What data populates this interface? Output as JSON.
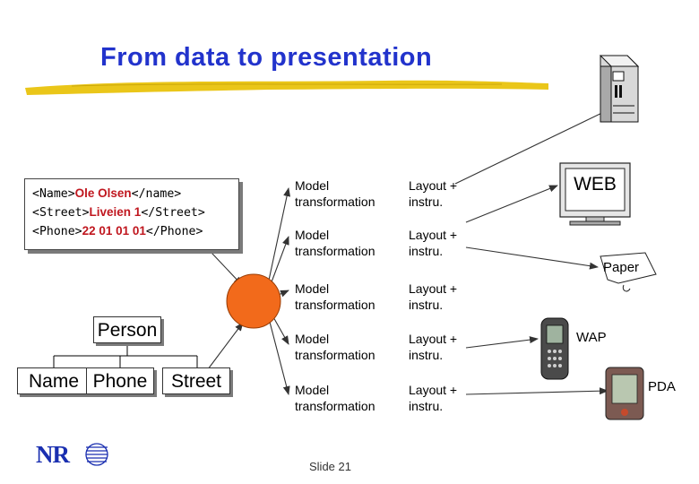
{
  "title": "From data to presentation",
  "xml": {
    "name_open": "<Name>",
    "name_value": "Ole Olsen",
    "name_close": "</name>",
    "street_open": "<Street>",
    "street_value": "Liveien 1",
    "street_close": "</Street>",
    "phone_open": "<Phone>",
    "phone_value": "22 01 01 01",
    "phone_close": "</Phone>"
  },
  "tree": {
    "root": "Person",
    "children": [
      "Name",
      "Phone",
      "Street"
    ]
  },
  "rows": [
    {
      "model": [
        "Model",
        "transformation"
      ],
      "layout": [
        "Layout +",
        "instru."
      ]
    },
    {
      "model": [
        "Model",
        "transformation"
      ],
      "layout": [
        "Layout +",
        "instru."
      ]
    },
    {
      "model": [
        "Model",
        "transformation"
      ],
      "layout": [
        "Layout +",
        "instru."
      ]
    },
    {
      "model": [
        "Model",
        "transformation"
      ],
      "layout": [
        "Layout +",
        "instru."
      ]
    },
    {
      "model": [
        "Model",
        "transformation"
      ],
      "layout": [
        "Layout +",
        "instru."
      ]
    }
  ],
  "outputs": {
    "web": "WEB",
    "paper": "Paper",
    "wap": "WAP",
    "pda": "PDA"
  },
  "logo": "NR",
  "slide_label": "Slide 21",
  "colors": {
    "title": "#2233cc",
    "highlight": "#c0171f",
    "hub": "#f26a1b",
    "logo": "#1a2fb0",
    "underline": "#e8c000"
  }
}
